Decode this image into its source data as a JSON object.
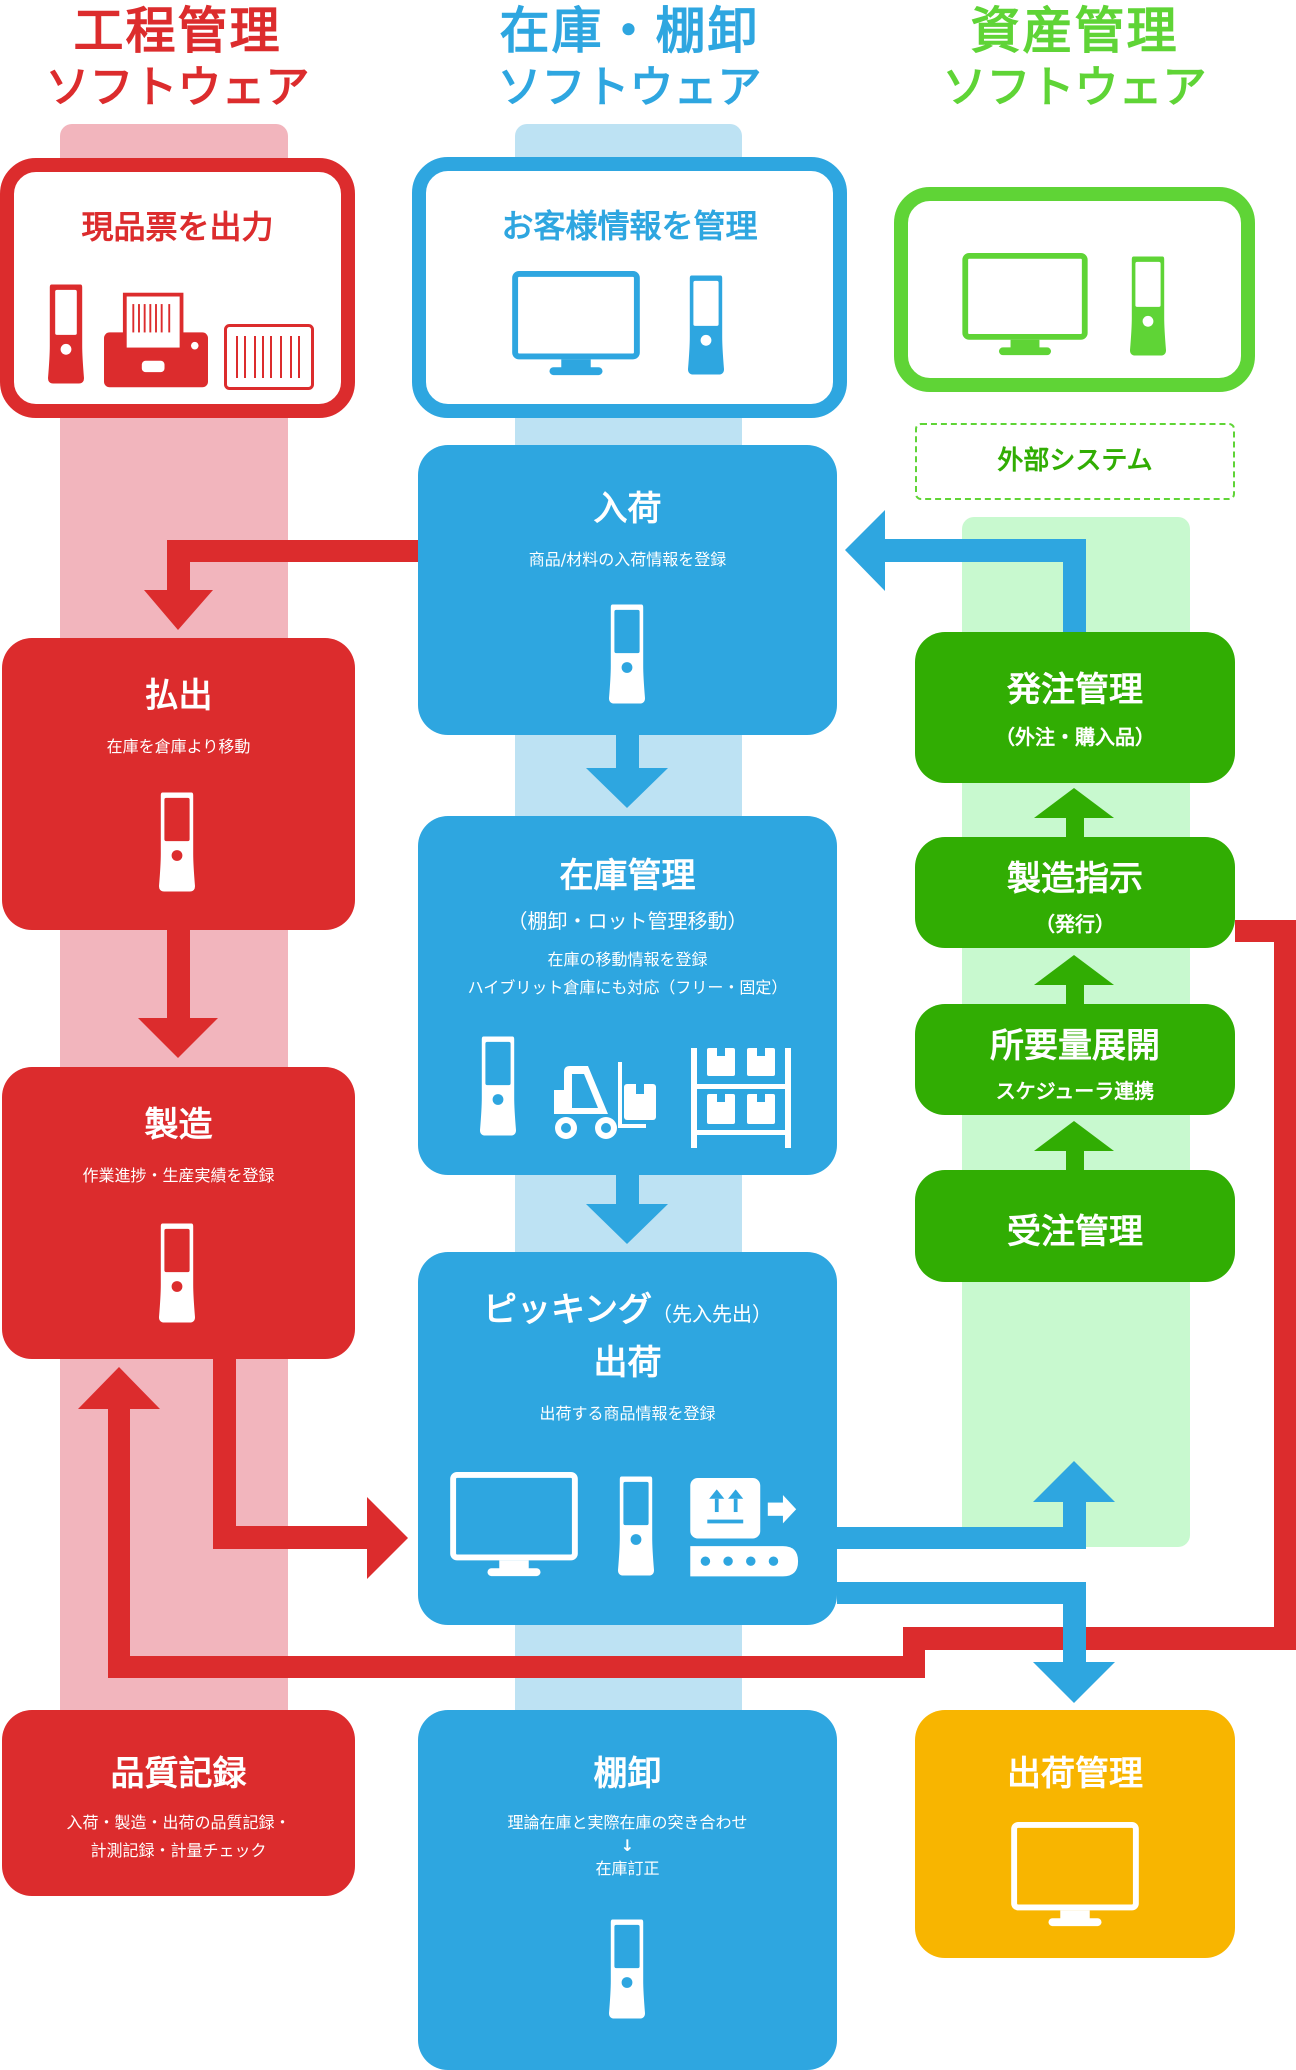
{
  "columns": [
    {
      "title_line1": "工程管理",
      "title_line2": "ソフトウェア",
      "color": "#dc2c2d"
    },
    {
      "title_line1": "在庫・棚卸",
      "title_line2": "ソフトウェア",
      "color": "#2ea6e0"
    },
    {
      "title_line1": "資産管理",
      "title_line2": "ソフトウェア",
      "color": "#5fd436"
    }
  ],
  "top_boxes": {
    "process": {
      "title": "現品票を出力",
      "icons": [
        "handheld-terminal-icon",
        "label-printer-icon",
        "barcode-label-icon"
      ]
    },
    "inventory": {
      "title": "お客様情報を管理",
      "icons": [
        "monitor-icon",
        "handheld-terminal-icon"
      ]
    },
    "asset": {
      "title": "",
      "icons": [
        "monitor-icon",
        "handheld-terminal-icon"
      ]
    }
  },
  "external_system": {
    "label": "外部システム"
  },
  "process_steps": [
    {
      "title": "払出",
      "desc": "在庫を倉庫より移動"
    },
    {
      "title": "製造",
      "desc": "作業進捗・生産実績を登録"
    },
    {
      "title": "品質記録",
      "desc_lines": [
        "入荷・製造・出荷の品質記録・",
        "計測記録・計量チェック"
      ]
    }
  ],
  "inventory_steps": [
    {
      "title": "入荷",
      "desc": "商品/材料の入荷情報を登録"
    },
    {
      "title": "在庫管理",
      "subtitle": "（棚卸・ロット管理移動）",
      "desc_lines": [
        "在庫の移動情報を登録",
        "ハイブリット倉庫にも対応（フリー・固定）"
      ]
    },
    {
      "title_main": "ピッキング",
      "title_note": "（先入先出）",
      "title_line2": "出荷",
      "desc": "出荷する商品情報を登録"
    },
    {
      "title": "棚卸",
      "desc_lines": [
        "理論在庫と実際在庫の突き合わせ",
        "↓",
        "在庫訂正"
      ]
    }
  ],
  "asset_steps": [
    {
      "title": "発注管理",
      "subtitle": "（外注・購入品）"
    },
    {
      "title": "製造指示",
      "subtitle": "（発行）"
    },
    {
      "title": "所要量展開",
      "subtitle": "スケジューラ連携"
    },
    {
      "title": "受注管理"
    }
  ],
  "shipping": {
    "title": "出荷管理"
  },
  "colors": {
    "red": "#dc2c2d",
    "blue": "#2ea6e0",
    "green": "#31ad03",
    "light_green": "#5fd436",
    "yellow": "#f8b500",
    "pink_band": "#f2b5bd",
    "blue_band": "#bde2f3",
    "green_band": "#c8f9cf"
  }
}
